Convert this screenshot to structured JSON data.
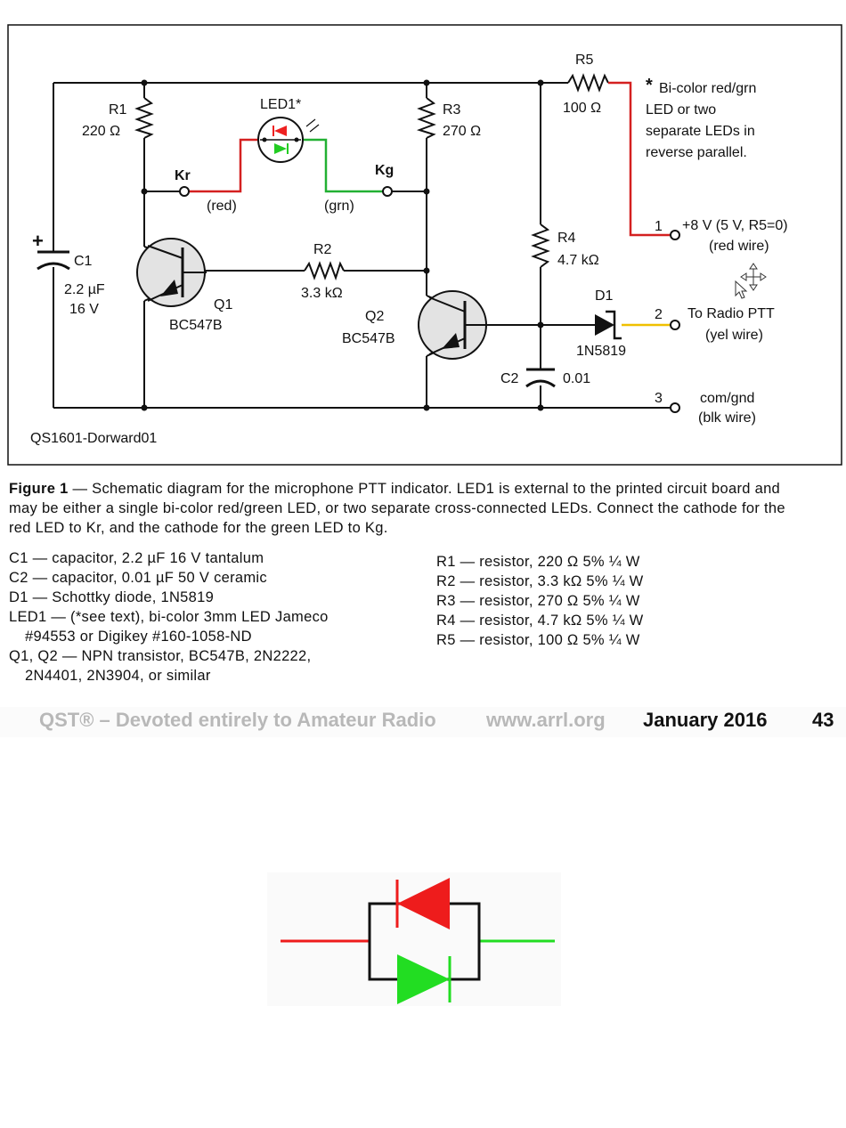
{
  "schematic": {
    "components": {
      "r1": {
        "name": "R1",
        "value": "220 Ω"
      },
      "r2": {
        "name": "R2",
        "value": "3.3 kΩ"
      },
      "r3": {
        "name": "R3",
        "value": "270 Ω"
      },
      "r4": {
        "name": "R4",
        "value": "4.7 kΩ"
      },
      "r5": {
        "name": "R5",
        "value": "100 Ω"
      },
      "c1": {
        "name": "C1",
        "value_line1": "2.2 µF",
        "value_line2": "16 V",
        "polarity": "+"
      },
      "c2": {
        "name": "C2",
        "value": "0.01"
      },
      "q1": {
        "name": "Q1",
        "type": "BC547B"
      },
      "q2": {
        "name": "Q2",
        "type": "BC547B"
      },
      "d1": {
        "name": "D1",
        "type": "1N5819"
      },
      "led1": {
        "name": "LED1*"
      }
    },
    "terminals": {
      "kr": {
        "label": "Kr",
        "note": "(red)"
      },
      "kg": {
        "label": "Kg",
        "note": "(grn)"
      }
    },
    "connectors": [
      {
        "number": "1",
        "label_line1": "+8 V (5 V, R5=0)",
        "label_line2": "(red wire)"
      },
      {
        "number": "2",
        "label_line1": "To Radio PTT",
        "label_line2": "(yel wire)"
      },
      {
        "number": "3",
        "label_line1": "com/gnd",
        "label_line2": "(blk wire)"
      }
    ],
    "footnote": {
      "star": "*",
      "lines": [
        "Bi-color red/grn",
        "LED or two",
        "separate LEDs in",
        "reverse parallel."
      ]
    },
    "figure_id": "QS1601-Dorward01",
    "colors": {
      "red_wire": "#d42020",
      "green_wire": "#22b033",
      "yellow_wire": "#f0c000",
      "line": "#111111"
    }
  },
  "caption": {
    "lead": "Figure 1",
    "text": " — Schematic diagram for the microphone PTT indicator. LED1 is external to the printed circuit board and may be either a single bi-color red/green LED, or two separate cross-connected LEDs. Connect the cathode for the red LED to Kr, and the cathode for the green LED to Kg."
  },
  "parts_left": [
    {
      "line1": "C1 — capacitor, 2.2 µF 16 V tantalum"
    },
    {
      "line1": "C2 — capacitor, 0.01 µF 50 V ceramic"
    },
    {
      "line1": "D1 — Schottky diode, 1N5819"
    },
    {
      "line1": "LED1 — (*see text), bi-color 3mm LED Jameco",
      "line2": "#94553 or Digikey #160-1058-ND"
    },
    {
      "line1": "Q1, Q2 — NPN transistor, BC547B, 2N2222,",
      "line2": "2N4401, 2N3904, or similar"
    }
  ],
  "parts_right": [
    "R1 — resistor, 220 Ω 5% ¼ W",
    "R2 — resistor, 3.3 kΩ 5% ¼ W",
    "R3 — resistor, 270 Ω 5% ¼ W",
    "R4 — resistor, 4.7 kΩ 5% ¼ W",
    "R5 — resistor, 100 Ω 5% ¼ W"
  ],
  "footer": {
    "magazine": "QST® – Devoted entirely to Amateur Radio",
    "url": "www.arrl.org",
    "date": "January 2016",
    "page": "43"
  },
  "led_detail": {
    "colors": {
      "red": "#ee1c1c",
      "green": "#22dd22",
      "frame": "#111111"
    }
  }
}
